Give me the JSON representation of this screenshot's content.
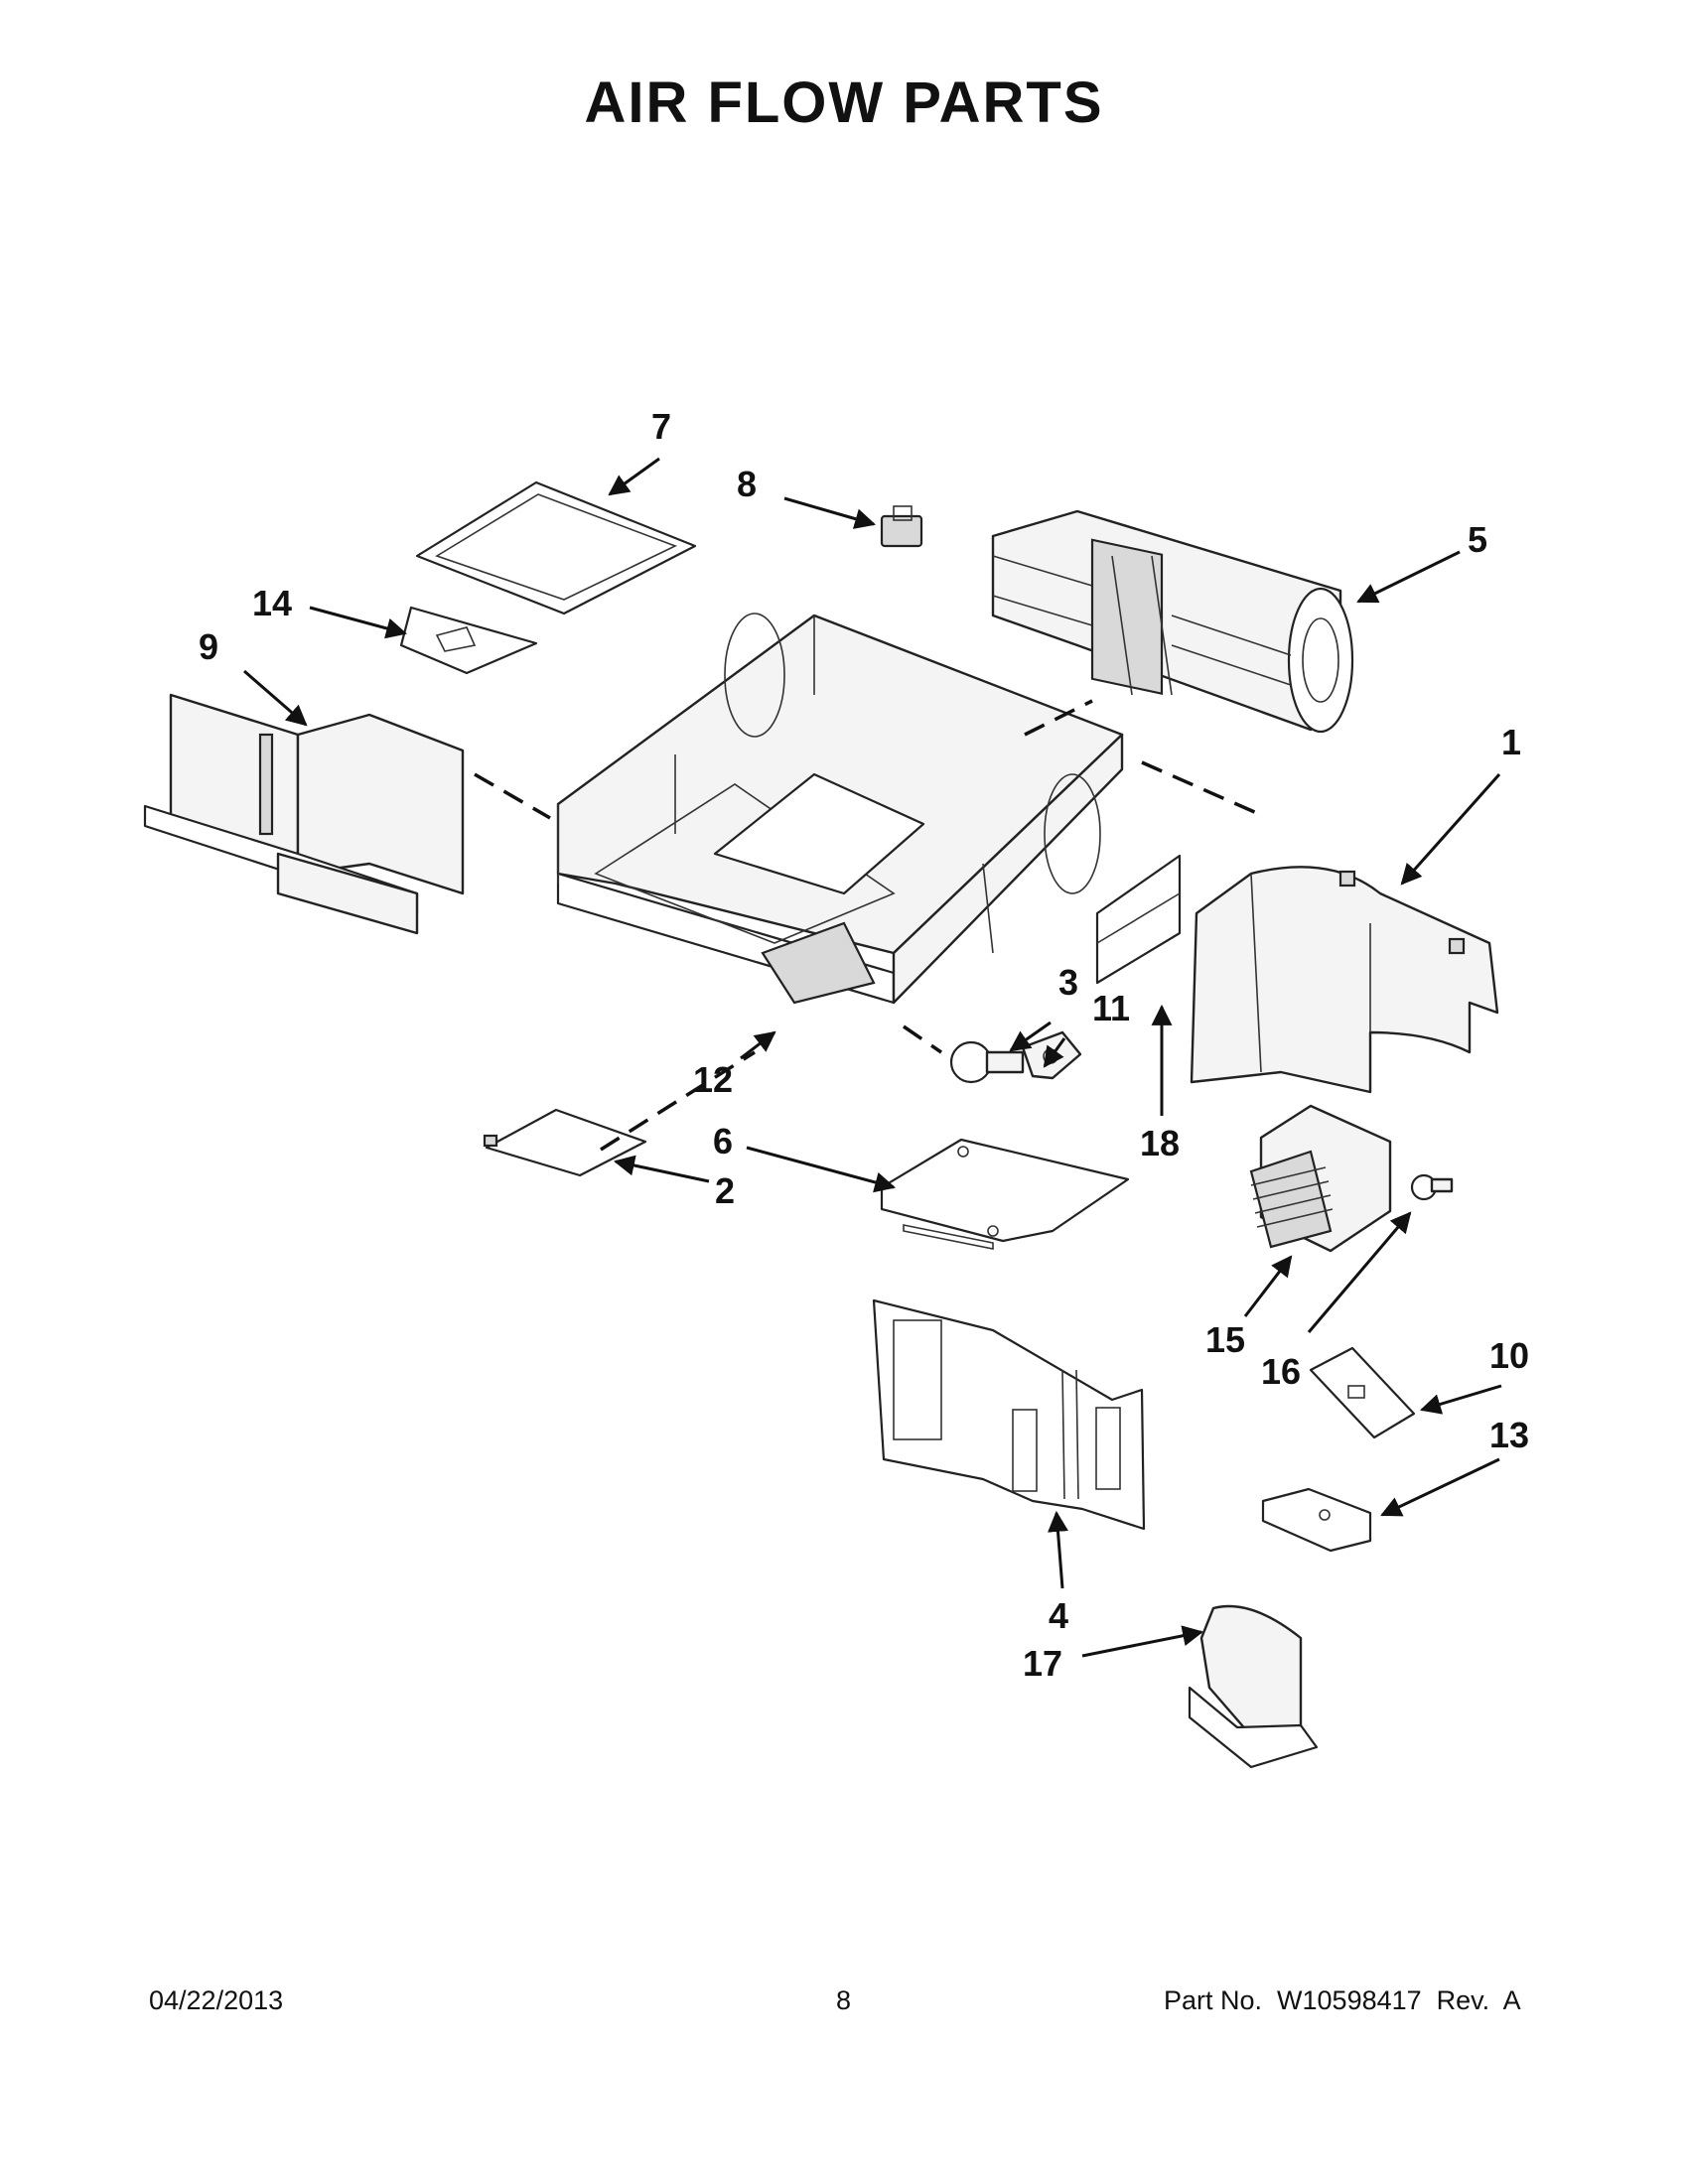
{
  "title": "AIR FLOW PARTS",
  "callouts": [
    "1",
    "2",
    "3",
    "4",
    "5",
    "6",
    "7",
    "8",
    "9",
    "10",
    "11",
    "12",
    "13",
    "14",
    "15",
    "16",
    "17",
    "18"
  ],
  "footer": {
    "date": "04/22/2013",
    "page": "8",
    "part_no": "Part No.  W10598417  Rev.  A"
  }
}
